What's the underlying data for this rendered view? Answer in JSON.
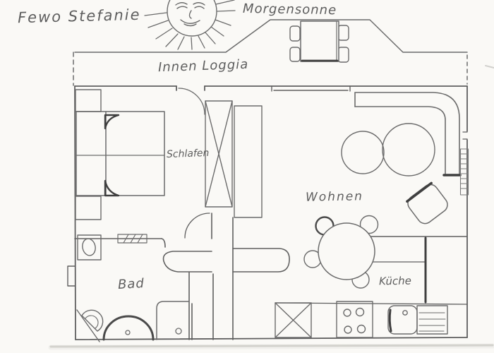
{
  "labels": {
    "title": "Fewo Stefanie",
    "morning_sun": "Morgensonne",
    "inner_loggia": "Innen Loggia",
    "bedroom": "Schlafen",
    "living_room": "Wohnen",
    "bathroom": "Bad",
    "kitchen": "Küche"
  },
  "icons": {
    "sun": "smiling-sun-icon"
  },
  "colors": {
    "paper": "#faf9f6",
    "pencil": "#6b6b6b",
    "pencil_dark": "#3f3f3f",
    "scan_shadow": "#b5b5ae"
  }
}
